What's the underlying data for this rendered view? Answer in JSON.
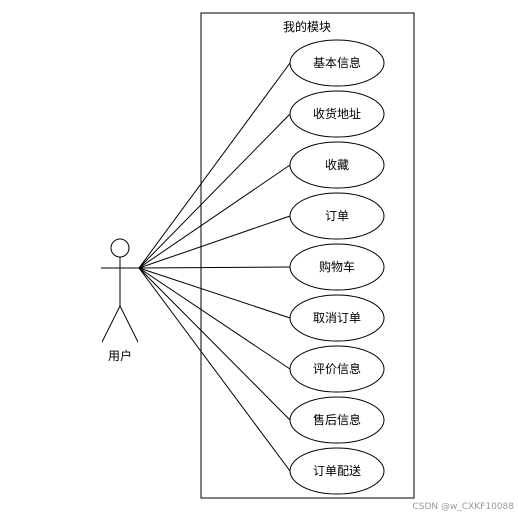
{
  "system": {
    "title": "我的模块"
  },
  "actor": {
    "name": "用户"
  },
  "use_cases": [
    {
      "label": "基本信息"
    },
    {
      "label": "收货地址"
    },
    {
      "label": "收藏"
    },
    {
      "label": "订单"
    },
    {
      "label": "购物车"
    },
    {
      "label": "取消订单"
    },
    {
      "label": "评价信息"
    },
    {
      "label": "售后信息"
    },
    {
      "label": "订单配送"
    }
  ],
  "watermark": {
    "text": "CSDN @w_CXKF10088"
  }
}
